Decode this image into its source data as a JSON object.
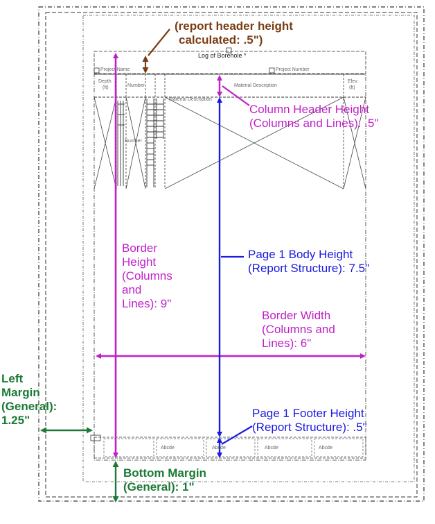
{
  "colors": {
    "brown": "#7a3d12",
    "magenta": "#c01fc8",
    "blue": "#1a1ae0",
    "green": "#1b7a35",
    "line": "#333333",
    "faint": "#888888"
  },
  "template": {
    "report_title": "Log of Borehole *",
    "project_name": "Project Name",
    "project_number": "Project Number",
    "depth": "Depth",
    "depth_unit": "(ft)",
    "number": "Number",
    "material_description": "Material Description",
    "material_description_2": "Material Description",
    "elevation": "Elev.",
    "elevation_unit": "(ft)",
    "column_number": "Number",
    "footer_text_1": "Abcde",
    "footer_text_2": "Abcde",
    "footer_text_3": "Abcde",
    "footer_text_4": "Abcde"
  },
  "annotations": {
    "report_header": [
      "(report header height",
      "calculated: .5\")"
    ],
    "column_header": [
      "Column Header Height",
      "(Columns and Lines): .5\""
    ],
    "border_height": [
      "Border",
      "Height",
      "(Columns",
      "and",
      "Lines): 9\""
    ],
    "body_height": [
      "Page 1 Body Height",
      "(Report Structure): 7.5\""
    ],
    "border_width": [
      "Border Width",
      "(Columns and",
      "Lines): 6\""
    ],
    "left_margin": [
      "Left",
      "Margin",
      "(General):",
      "1.25\""
    ],
    "footer_height": [
      "Page 1 Footer Height",
      "(Report Structure): .5\""
    ],
    "bottom_margin": [
      "Bottom Margin",
      "(General): 1\""
    ]
  }
}
